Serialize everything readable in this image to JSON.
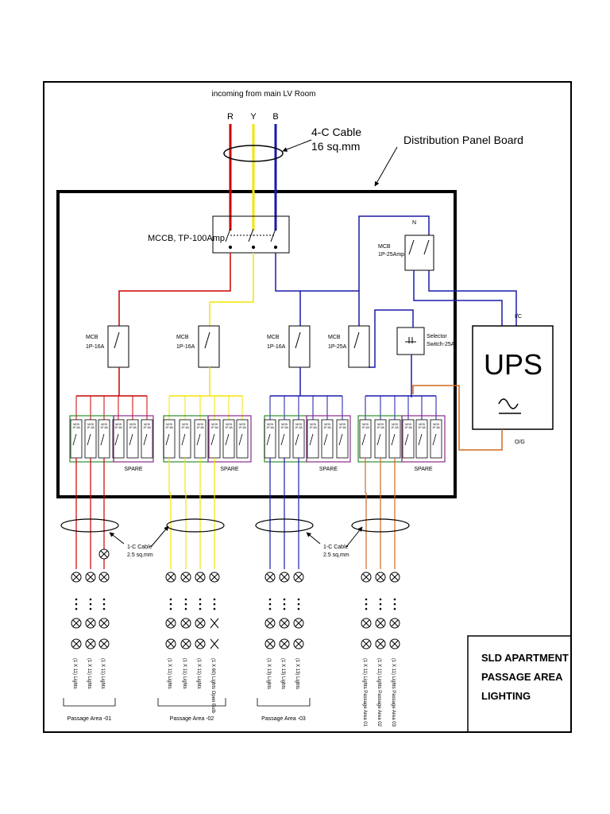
{
  "title_block": {
    "line1": "SLD APARTMENT",
    "line2": "PASSAGE AREA",
    "line3": "LIGHTING"
  },
  "incoming": "incoming from main LV Room",
  "phases": {
    "r": "R",
    "y": "Y",
    "b": "B"
  },
  "main_cable": {
    "line1": "4-C Cable",
    "line2": "16 sq.mm"
  },
  "panel_label": "Distribution Panel Board",
  "main_breaker": "MCCB, TP-100Amp",
  "neutral": "N",
  "ups_mcb": {
    "line1": "MCB",
    "line2": "1P-25Amp"
  },
  "branch_mcbs": [
    {
      "line1": "MCB",
      "line2": "1P-16A"
    },
    {
      "line1": "MCB",
      "line2": "1P-16A"
    },
    {
      "line1": "MCB",
      "line2": "1P-16A"
    },
    {
      "line1": "MCB",
      "line2": "1P-25A"
    }
  ],
  "selector": {
    "line1": "Selector",
    "line2": "Switch-25A"
  },
  "ups": {
    "label": "UPS",
    "in": "I/C",
    "out": "O/G"
  },
  "mini_mcb": {
    "line1": "MCB",
    "line2": "1P-6A"
  },
  "spare": "SPARE",
  "branch_cable": {
    "line1": "1-C Cable",
    "line2": "2.5 sq.mm"
  },
  "groups": [
    {
      "area": "Passage Area -01",
      "fixtures": [
        "(1 X 11) Lights",
        "(1 X 11) Lights",
        "(1 X 11) Lights"
      ]
    },
    {
      "area": "Passage Area -02",
      "fixtures": [
        "(1 X 11) Lights",
        "(1 X 11) Lights",
        "(1 X 11) Lights",
        "(1 X 60) Lights Open Bulb"
      ]
    },
    {
      "area": "Passage Area -03",
      "fixtures": [
        "(1 X 13) Lights",
        "(1 X 13) Lights",
        "(1 X 13) Lights"
      ]
    },
    {
      "area": "",
      "fixtures": [
        "(1 X 11) Lights Passage Area 01",
        "(1 X 11) Lights Passage Area 02",
        "(1 X 11) Lights Passage Area 03"
      ]
    }
  ],
  "colors": {
    "r": "#cc0000",
    "y": "#f2e600",
    "b": "#1a1aaa",
    "ups_out": "#d2691e",
    "mcb_green": "#2e8b2e",
    "mcb_purple": "#8b2a8b",
    "black": "#000000"
  }
}
